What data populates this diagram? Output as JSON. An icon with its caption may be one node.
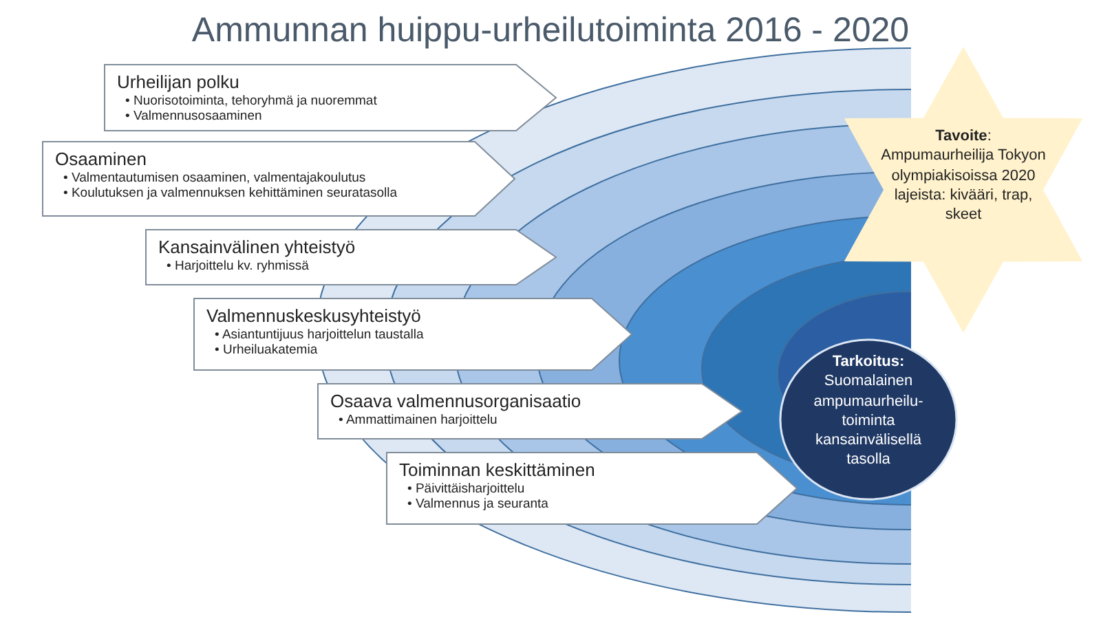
{
  "diagram": {
    "title": "Ammunnan huippu-urheilutoiminta 2016 - 2020",
    "nodes": [
      {
        "text": [
          "Urheilijan polku",
          "• Nuorisotoiminta, tehoryhmä ja nuoremmat",
          "• Valmennusosaaminen"
        ]
      },
      {
        "text": [
          "Osaaminen",
          "• Valmentautumisen osaaminen, valmentajakoulutus",
          "• Koulutuksen ja valmennuksen kehittäminen seuratasolla"
        ]
      },
      {
        "text": [
          "Kansainvälinen yhteistyö",
          "• Harjoittelu kv. ryhmissä"
        ]
      },
      {
        "text": [
          "Valmennuskeskusyhteistyö",
          "• Asiantuntijuus harjoittelun taustalla",
          "• Urheiluakatemia"
        ]
      },
      {
        "text": [
          "Osaava valmennusorganisaatio",
          "• Ammattimainen harjoittelu"
        ]
      },
      {
        "text": [
          "Toiminnan keskittäminen",
          "• Päivittäisharjoittelu",
          "• Valmennus ja seuranta"
        ]
      },
      {
        "text": [
          "**Tavoite**:",
          "Ampumaurheilija Tokyon olympiakisoissa 2020 lajeista: kivääri, trap, skeet"
        ]
      },
      {
        "text": [
          "Tarkoitus:",
          "Suomalainen ampumaurheilu-toiminta kansainvälisellä tasolla"
        ]
      }
    ],
    "edges": []
  }
}
